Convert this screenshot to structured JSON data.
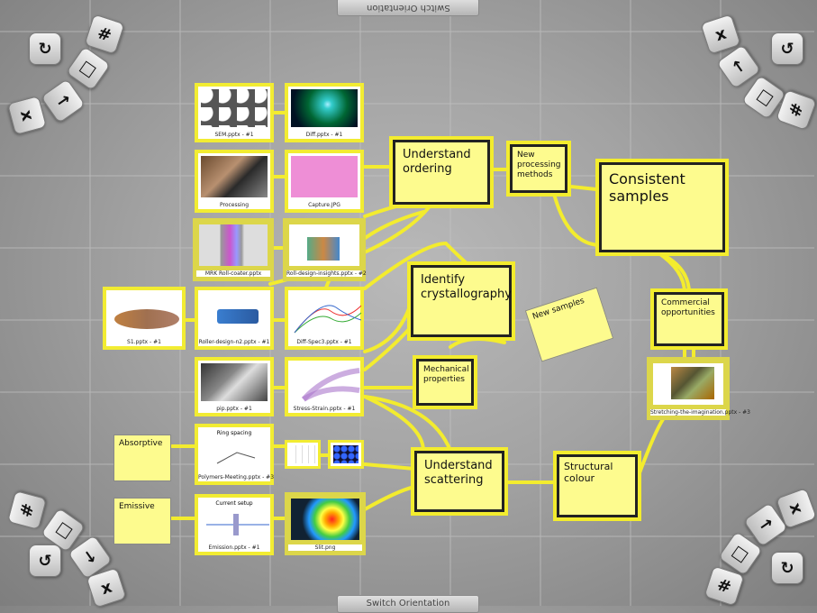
{
  "orientation": {
    "top_label": "Switch Orientation",
    "bottom_label": "Switch Orientation"
  },
  "notes": {
    "understand_ordering": "Understand ordering",
    "new_processing_methods": "New processing methods",
    "consistent_samples": "Consistent samples",
    "identify_crystallography": "Identify crystallography",
    "new_samples": "New samples",
    "commercial_opportunities": "Commercial opportunities",
    "mechanical_properties": "Mechanical properties",
    "understand_scattering": "Understand scattering",
    "structural_colour": "Structural colour",
    "absorptive": "Absorptive",
    "emissive": "Emissive"
  },
  "tiles": {
    "sem_pptx": "SEM.pptx - #1",
    "diff_pptx": "Diff.pptx - #1",
    "processing": "Processing",
    "capture_jpg": "Capture.JPG",
    "mrk_rollers": "MRK Roll-coater.pptx",
    "rollers_insights": "Roll-design-insights.pptx - #2",
    "s1_pptx": "S1.pptx - #1",
    "roller_design": "Roller-design-n2.pptx - #1",
    "diff_spec": "Diff-Spec3.pptx - #1",
    "pipptx": "pip.pptx - #1",
    "stress_strain": "Stress-Strain.pptx - #1",
    "polymers_meeting": "Polymers-Meeting.pptx - #3",
    "emission_pptx": "Emission.pptx - #1",
    "slit_pptx": "Slit.png",
    "stretching_imaging": "Stretching-the-imagination.pptx - #3",
    "mini_1": "",
    "mini_2": ""
  },
  "tile_text": {
    "ring_plot_title": "Ring spacing",
    "emission_title": "Current setup"
  },
  "controls": {
    "rotate": "rotate-icon",
    "grid": "#",
    "square": "square-icon",
    "arrow": "arrow-icon",
    "close": "x"
  },
  "colors": {
    "link": "#f3ec2e",
    "note_fill": "#fdfb8e",
    "background": "#a8a8a8"
  }
}
